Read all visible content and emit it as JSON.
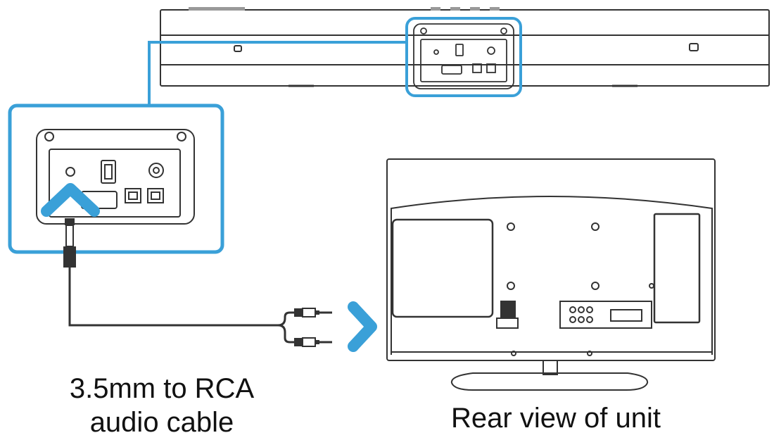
{
  "labels": {
    "cable_line1": "3.5mm to RCA",
    "cable_line2": "audio cable",
    "rear_view": "Rear view of unit"
  },
  "colors": {
    "highlight": "#3aa0d8",
    "line": "#333333",
    "text": "#111111"
  }
}
